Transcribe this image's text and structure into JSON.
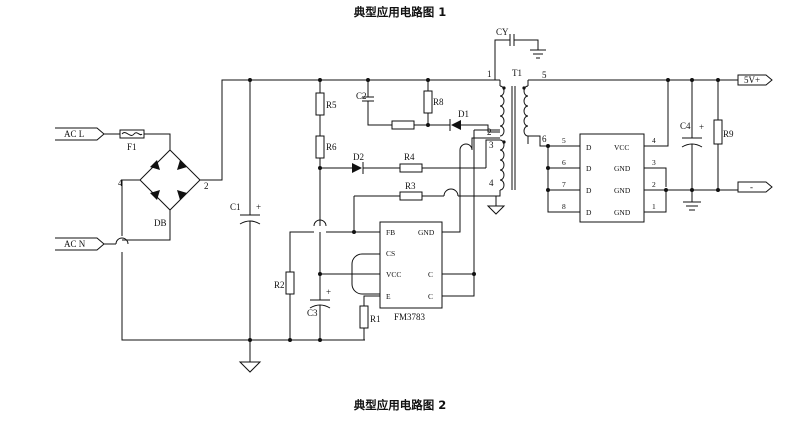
{
  "title_top": "典型应用电路图 1",
  "title_bottom": "典型应用电路图 2",
  "inputs": {
    "ac_l": "AC L",
    "ac_n": "AC N"
  },
  "outputs": {
    "vplus": "5V+",
    "vminus": "-"
  },
  "components": {
    "F1": "F1",
    "DB": "DB",
    "C1": "C1",
    "C2": "C2",
    "C3": "C3",
    "C4": "C4",
    "CY": "CY",
    "T1": "T1",
    "D1": "D1",
    "D2": "D2",
    "R1": "R1",
    "R2": "R2",
    "R3": "R3",
    "R4": "R4",
    "R5": "R5",
    "R6": "R6",
    "R8": "R8",
    "R9": "R9"
  },
  "bridge_pins": {
    "p4": "4",
    "p2": "2"
  },
  "transformer_pins": {
    "p1": "1",
    "p2": "2",
    "p3": "3",
    "p4": "4",
    "p5": "5",
    "p6": "6"
  },
  "plus_sign": "+",
  "ic_controller": {
    "name": "FM3783",
    "pins": {
      "fb": "FB",
      "gnd": "GND",
      "cs": "CS",
      "vcc": "VCC",
      "c1": "C",
      "e": "E",
      "c2": "C"
    }
  },
  "ic_rectifier": {
    "left_pins": [
      "D",
      "D",
      "D",
      "D"
    ],
    "left_nums": [
      "5",
      "6",
      "7",
      "8"
    ],
    "right_pins": [
      "VCC",
      "GND",
      "GND",
      "GND"
    ],
    "right_nums": [
      "4",
      "3",
      "2",
      "1"
    ]
  }
}
